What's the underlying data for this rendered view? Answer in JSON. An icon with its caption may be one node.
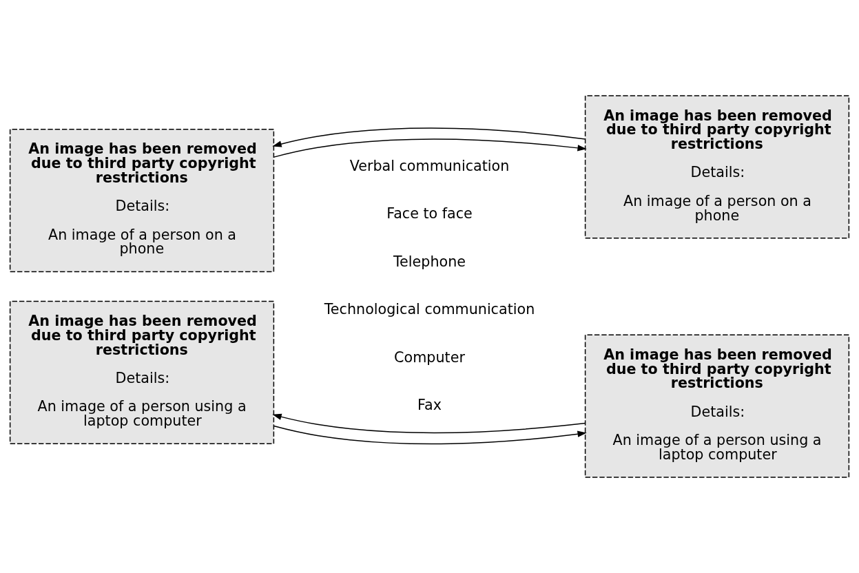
{
  "diagram": {
    "nodes": [
      {
        "text": [
          "An image has been removed due to third party copyright restrictions",
          "Details:",
          "An image of a person on a phone"
        ]
      },
      {
        "text": [
          "An image has been removed due to third party copyright restrictions",
          "Details:",
          "An image of a person on a phone"
        ]
      },
      {
        "text": [
          "An image has been removed due to third party copyright restrictions",
          "Details:",
          "An image of a person using a laptop computer"
        ]
      },
      {
        "text": [
          "An image has been removed due to third party copyright restrictions",
          "Details:",
          "An image of a person using a laptop computer"
        ]
      }
    ],
    "edges": [
      {
        "from": 0,
        "to": 1,
        "arrow": "to"
      },
      {
        "from": 1,
        "to": 0,
        "arrow": "to"
      },
      {
        "from": 2,
        "to": 3,
        "arrow": "to"
      },
      {
        "from": 3,
        "to": 2,
        "arrow": "to"
      }
    ],
    "labels": [
      "Verbal communication",
      "Face to face",
      "Telephone",
      "Technological communication",
      "Computer",
      "Fax"
    ]
  }
}
